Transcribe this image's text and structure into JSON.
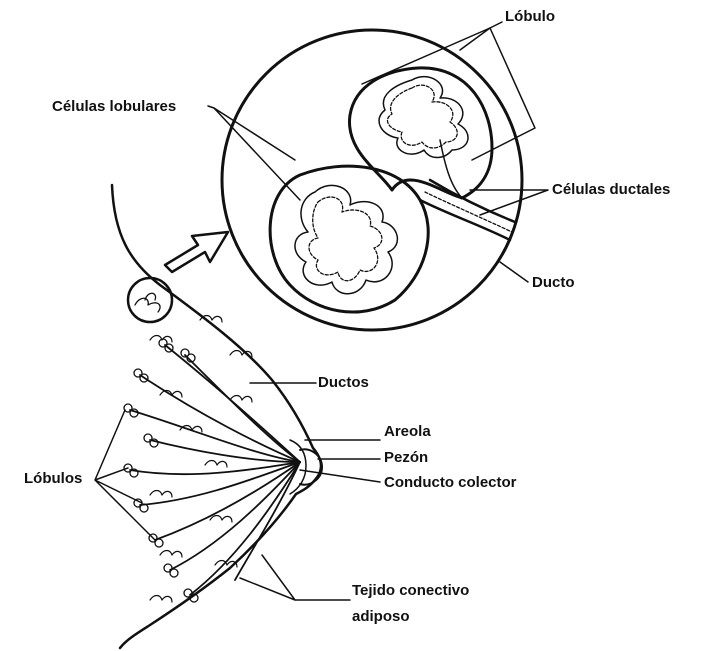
{
  "labels": {
    "lobulo": "Lóbulo",
    "celulas_lobulares": "Células lobulares",
    "celulas_ductales": "Células ductales",
    "ducto": "Ducto",
    "ductos": "Ductos",
    "areola": "Areola",
    "pezon": "Pezón",
    "conducto_colector": "Conducto colector",
    "lobulos": "Lóbulos",
    "tejido_line1": "Tejido conectivo",
    "tejido_line2": "adiposo"
  },
  "colors": {
    "ink": "#111111",
    "background": "#ffffff"
  }
}
